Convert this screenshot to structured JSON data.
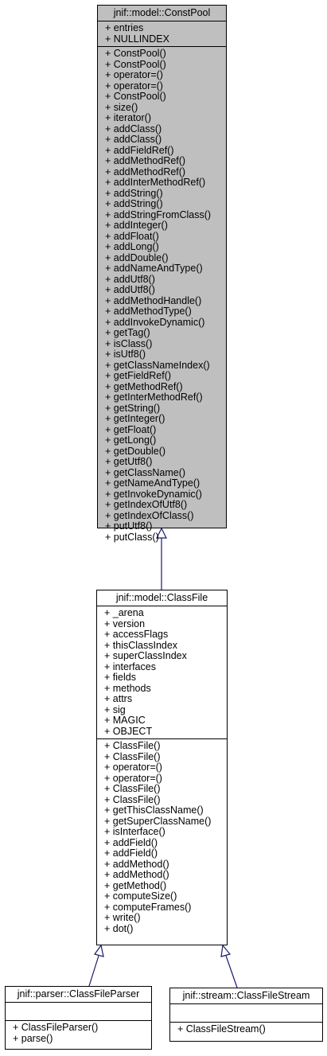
{
  "diagram": {
    "const_pool": {
      "title": "jnif::model::ConstPool",
      "attributes": [
        "+ entries",
        "+ NULLINDEX"
      ],
      "methods": [
        "+ ConstPool()",
        "+ ConstPool()",
        "+ operator=()",
        "+ operator=()",
        "+ ConstPool()",
        "+ size()",
        "+ iterator()",
        "+ addClass()",
        "+ addClass()",
        "+ addFieldRef()",
        "+ addMethodRef()",
        "+ addMethodRef()",
        "+ addInterMethodRef()",
        "+ addString()",
        "+ addString()",
        "+ addStringFromClass()",
        "+ addInteger()",
        "+ addFloat()",
        "+ addLong()",
        "+ addDouble()",
        "+ addNameAndType()",
        "+ addUtf8()",
        "+ addUtf8()",
        "+ addMethodHandle()",
        "+ addMethodType()",
        "+ addInvokeDynamic()",
        "+ getTag()",
        "+ isClass()",
        "+ isUtf8()",
        "+ getClassNameIndex()",
        "+ getFieldRef()",
        "+ getMethodRef()",
        "+ getInterMethodRef()",
        "+ getString()",
        "+ getInteger()",
        "+ getFloat()",
        "+ getLong()",
        "+ getDouble()",
        "+ getUtf8()",
        "+ getClassName()",
        "+ getNameAndType()",
        "+ getInvokeDynamic()",
        "+ getIndexOfUtf8()",
        "+ getIndexOfClass()",
        "+ putUtf8()",
        "+ putClass()"
      ]
    },
    "class_file": {
      "title": "jnif::model::ClassFile",
      "attributes": [
        "+ _arena",
        "+ version",
        "+ accessFlags",
        "+ thisClassIndex",
        "+ superClassIndex",
        "+ interfaces",
        "+ fields",
        "+ methods",
        "+ attrs",
        "+ sig",
        "+ MAGIC",
        "+ OBJECT"
      ],
      "methods": [
        "+ ClassFile()",
        "+ ClassFile()",
        "+ operator=()",
        "+ operator=()",
        "+ ClassFile()",
        "+ ClassFile()",
        "+ getThisClassName()",
        "+ getSuperClassName()",
        "+ isInterface()",
        "+ addField()",
        "+ addField()",
        "+ addMethod()",
        "+ addMethod()",
        "+ getMethod()",
        "+ computeSize()",
        "+ computeFrames()",
        "+ write()",
        "+ dot()"
      ]
    },
    "class_file_parser": {
      "title": "jnif::parser::ClassFileParser",
      "methods": [
        "+ ClassFileParser()",
        "+ parse()"
      ]
    },
    "class_file_stream": {
      "title": "jnif::stream::ClassFileStream",
      "methods": [
        "+ ClassFileStream()"
      ]
    },
    "colors": {
      "base_fill": "#bfbfbf",
      "edge": "#191970",
      "border": "#000000"
    }
  }
}
